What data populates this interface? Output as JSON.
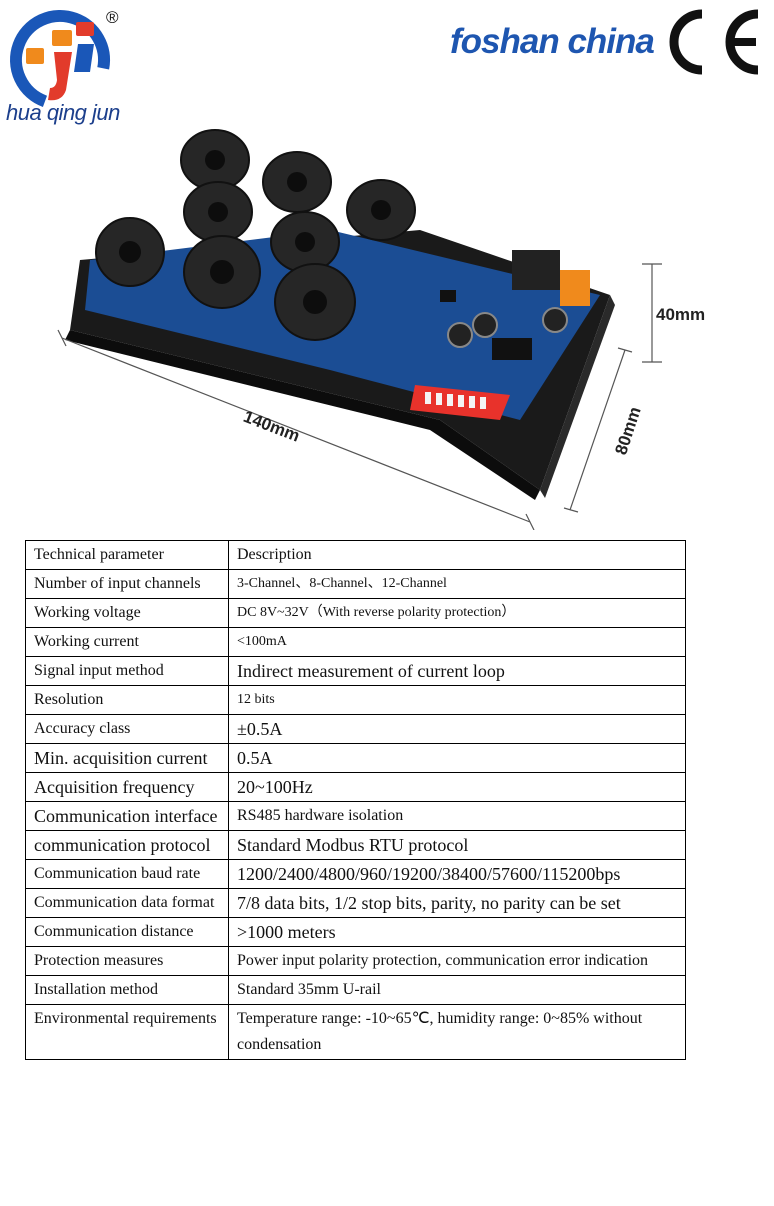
{
  "header": {
    "brand": "hua qing jun",
    "registered": "®",
    "city": "foshan china",
    "certification": "CE",
    "logo_icon": "hqj-logo-icon"
  },
  "product": {
    "dimensions": {
      "length": "140mm",
      "width": "80mm",
      "height": "40mm"
    },
    "colors": {
      "board": "#1b4d94",
      "rail": "#1a1a1a",
      "dip": "#e8322b",
      "terminal": "#f08a1c",
      "coil": "#262626"
    }
  },
  "table": {
    "header": {
      "param": "Technical parameter",
      "desc": "Description"
    },
    "rows": [
      {
        "param": "Number of input channels",
        "desc": "3-Channel、8-Channel、12-Channel"
      },
      {
        "param": "Working voltage",
        "desc": "DC 8V~32V（With reverse polarity protection）"
      },
      {
        "param": "Working current",
        "desc": "<100mA"
      },
      {
        "param": "Signal input method",
        "desc": "Indirect measurement of current loop"
      },
      {
        "param": "Resolution",
        "desc": "12 bits"
      },
      {
        "param": "Accuracy class",
        "desc": "±0.5A"
      },
      {
        "param": "Min. acquisition current",
        "desc": "0.5A"
      },
      {
        "param": "Acquisition frequency",
        "desc": "20~100Hz"
      },
      {
        "param": "Communication interface",
        "desc": "RS485 hardware isolation"
      },
      {
        "param": "communication protocol",
        "desc": "Standard Modbus RTU protocol"
      },
      {
        "param": "Communication baud rate",
        "desc": "1200/2400/4800/960/19200/38400/57600/115200bps"
      },
      {
        "param": "Communication data format",
        "desc": "7/8 data bits, 1/2 stop bits, parity, no parity can be set"
      },
      {
        "param": "Communication distance",
        "desc": ">1000 meters"
      },
      {
        "param": "Protection measures",
        "desc": "Power input polarity protection, communication error indication"
      },
      {
        "param": "Installation method",
        "desc": "Standard 35mm U-rail"
      },
      {
        "param": "Environmental requirements",
        "desc": "Temperature range: -10~65℃, humidity range: 0~85% without condensation"
      }
    ]
  }
}
